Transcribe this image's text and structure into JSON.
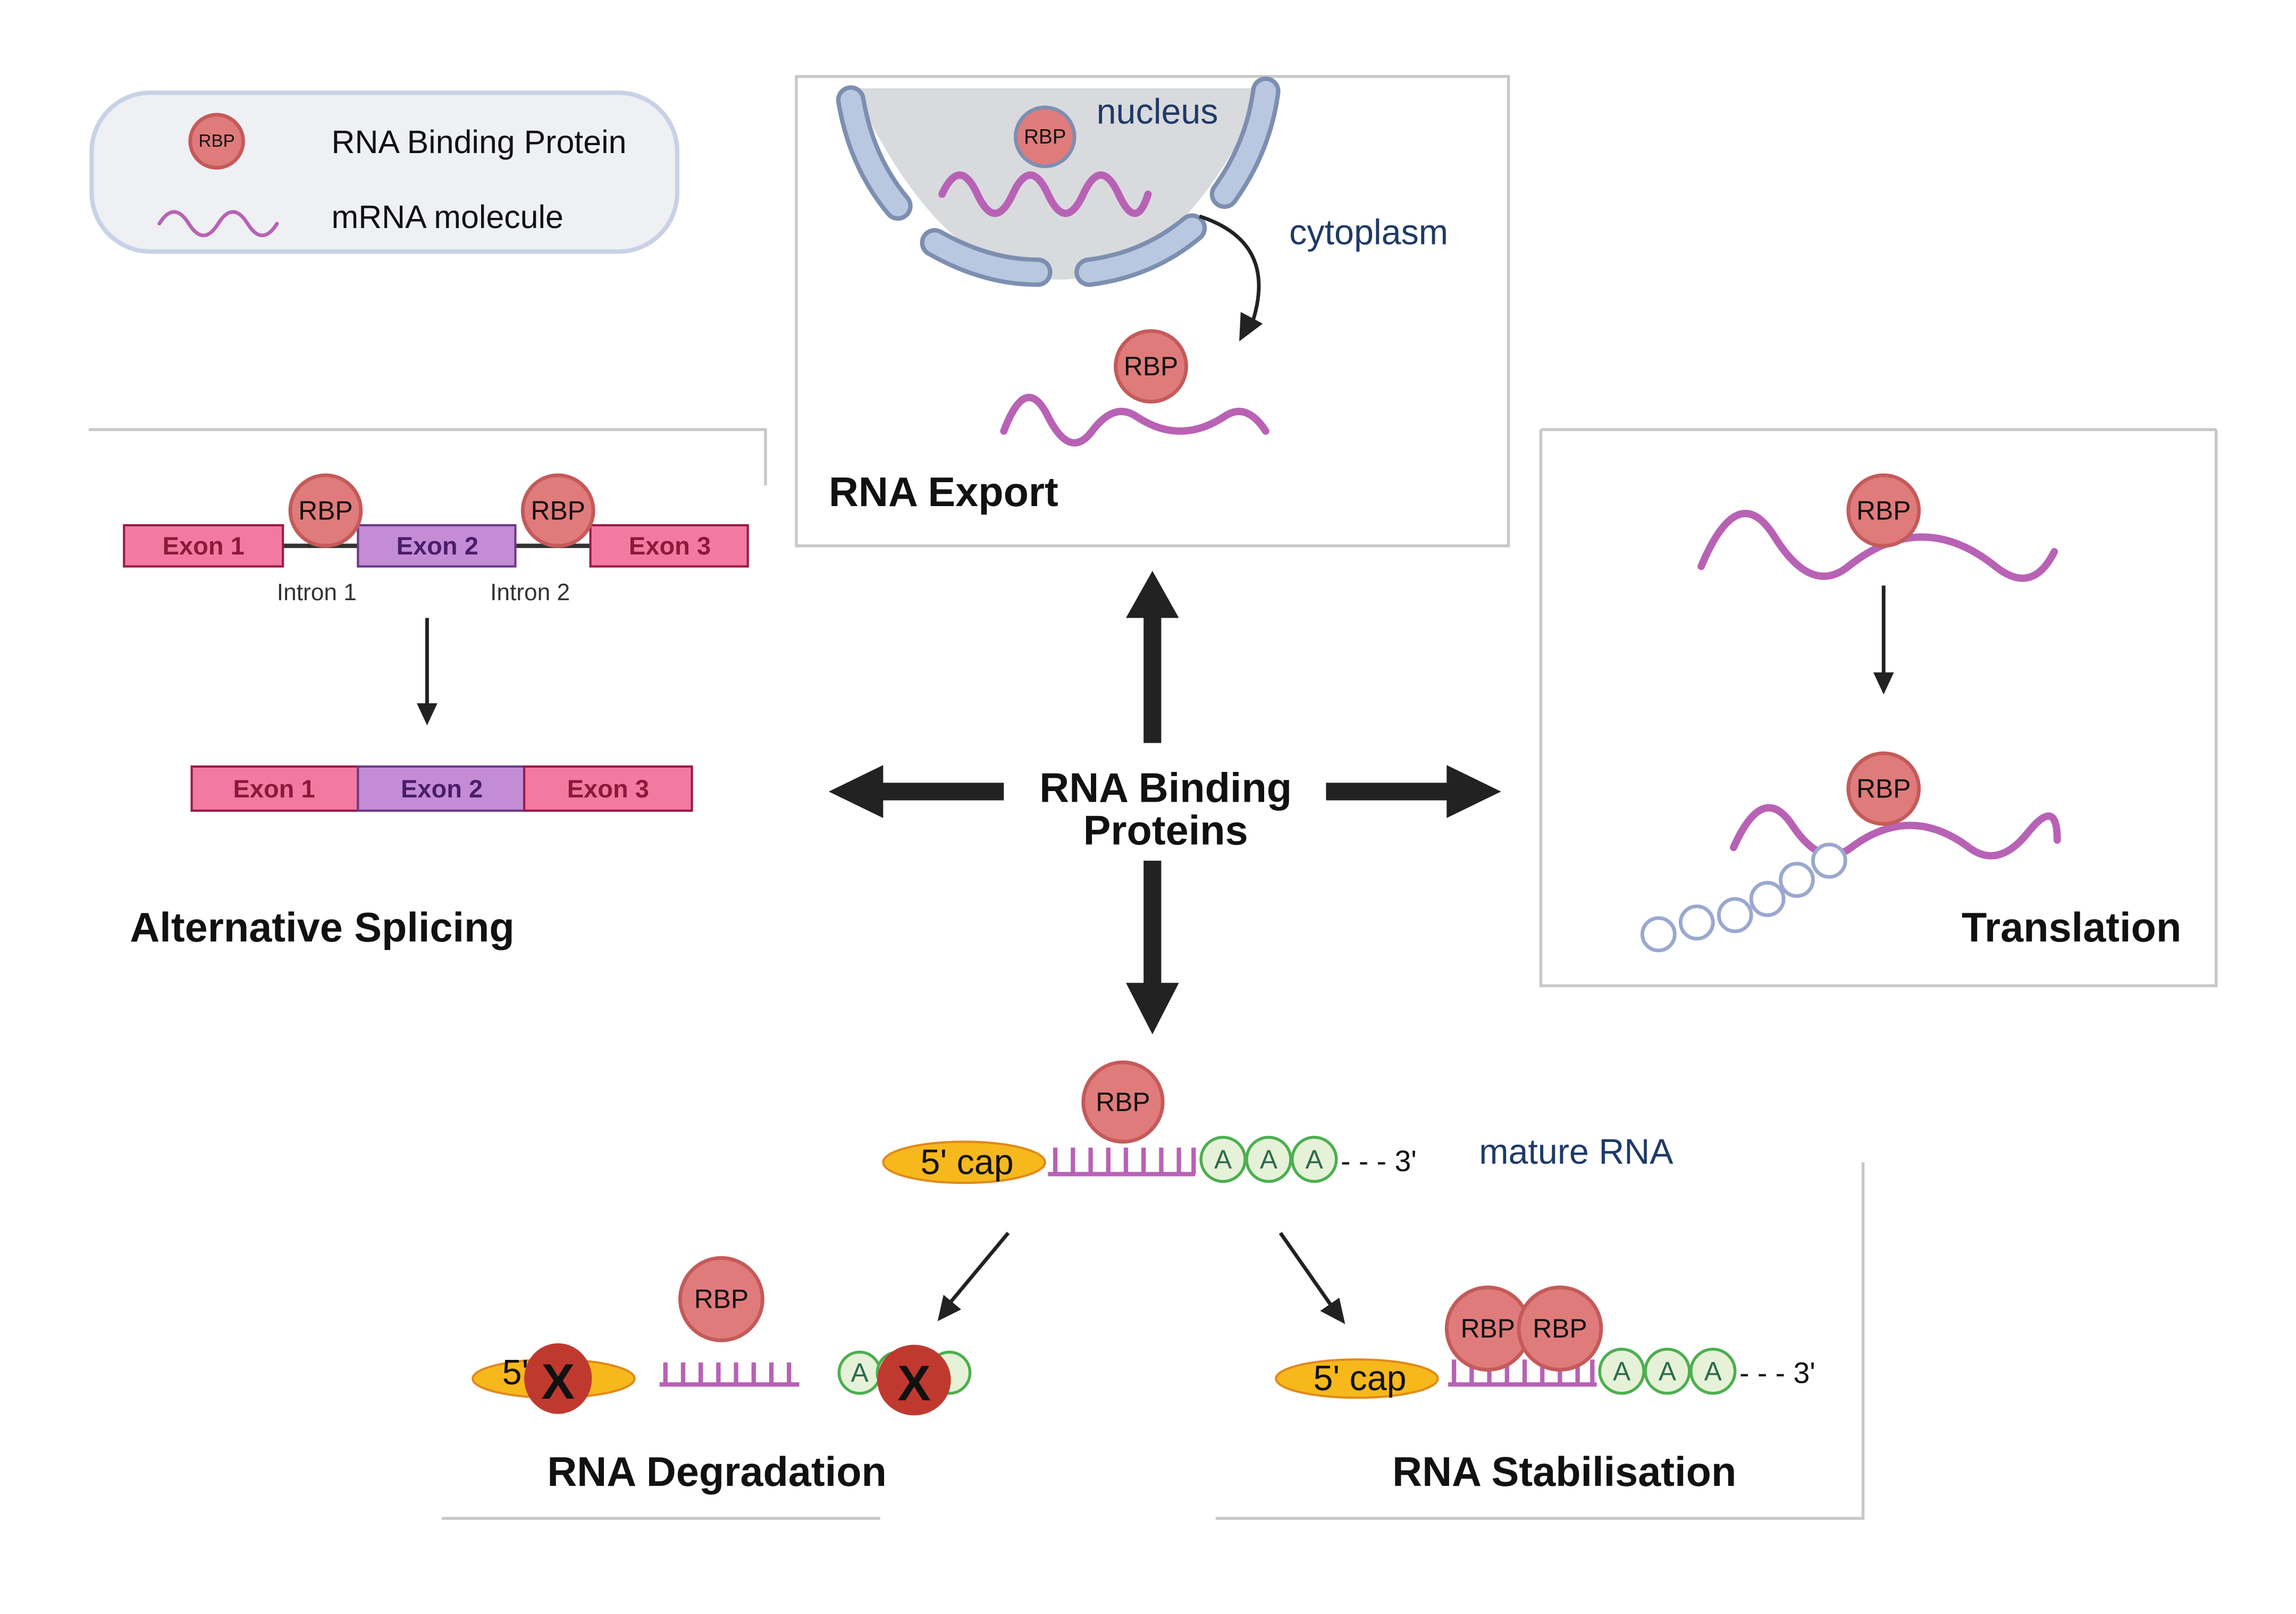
{
  "legend": {
    "rbp_icon_label": "RBP",
    "rbp_text": "RNA Binding Protein",
    "mrna_text": "mRNA molecule"
  },
  "labels": {
    "rbp": "RBP"
  },
  "center": {
    "line1": "RNA Binding",
    "line2": "Proteins"
  },
  "export": {
    "title": "RNA Export",
    "nucleus": "nucleus",
    "cytoplasm": "cytoplasm"
  },
  "splicing": {
    "title": "Alternative Splicing",
    "exon1": "Exon 1",
    "exon2": "Exon 2",
    "exon3": "Exon 3",
    "intron1": "Intron 1",
    "intron2": "Intron 2"
  },
  "translation": {
    "title": "Translation"
  },
  "mature": {
    "label": "mature RNA",
    "cap": "5' cap",
    "a": "A",
    "tail": "- - - 3'",
    "five": "5'"
  },
  "degradation": {
    "title": "RNA Degradation",
    "x": "X"
  },
  "stabilisation": {
    "title": "RNA Stabilisation"
  },
  "colors": {
    "rbp": "#e07b7b",
    "mrna": "#b862b5",
    "exon_pink": "#f27aa2",
    "exon_purple": "#c58cd6",
    "cap": "#f7b81c",
    "poly_a": "#e6f2d8",
    "x_mark": "#c0392f",
    "label_blue": "#1f3a68"
  }
}
